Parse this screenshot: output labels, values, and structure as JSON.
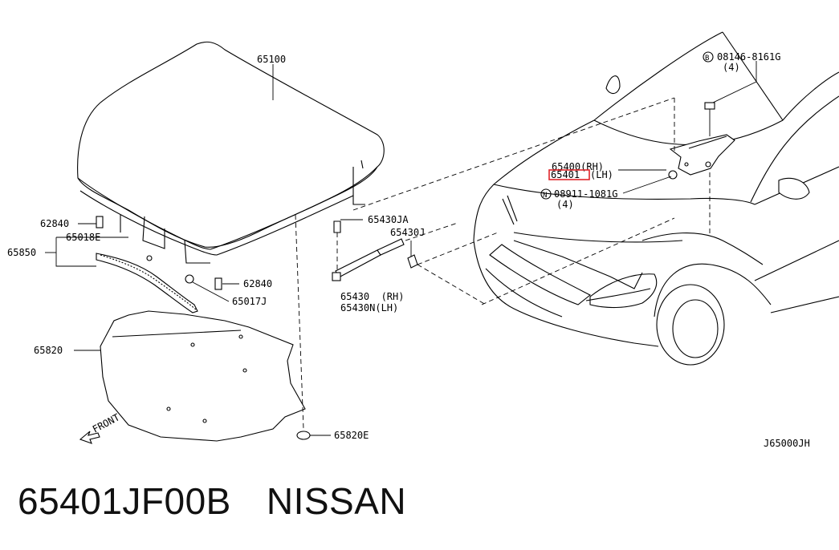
{
  "diagram": {
    "labels": {
      "hood": "65100",
      "clip_a": "62840",
      "clip_b": "62840",
      "seal_sub": "65018E",
      "seal_assy": "65850",
      "clip_seal": "65017J",
      "insulator": "65820",
      "insulator_clip": "65820E",
      "stay_clip_upper": "65430JA",
      "stay_clip_lower": "65430J",
      "stay_rh": "65430  (RH)",
      "stay_lh": "65430N(LH)",
      "hinge_rh": "65400(RH)",
      "hinge_lh_num": "65401",
      "hinge_lh_side": "(LH)",
      "bolt": "08146-8161G",
      "bolt_qty": "(4)",
      "bolt_prefix": "B",
      "nut": "08911-1081G",
      "nut_qty": "(4)",
      "nut_prefix": "N",
      "front": "FRONT",
      "diagram_code": "J65000JH"
    },
    "highlight_color": "#e0262b"
  },
  "caption": {
    "part_number": "65401JF00B",
    "brand": "NISSAN"
  }
}
